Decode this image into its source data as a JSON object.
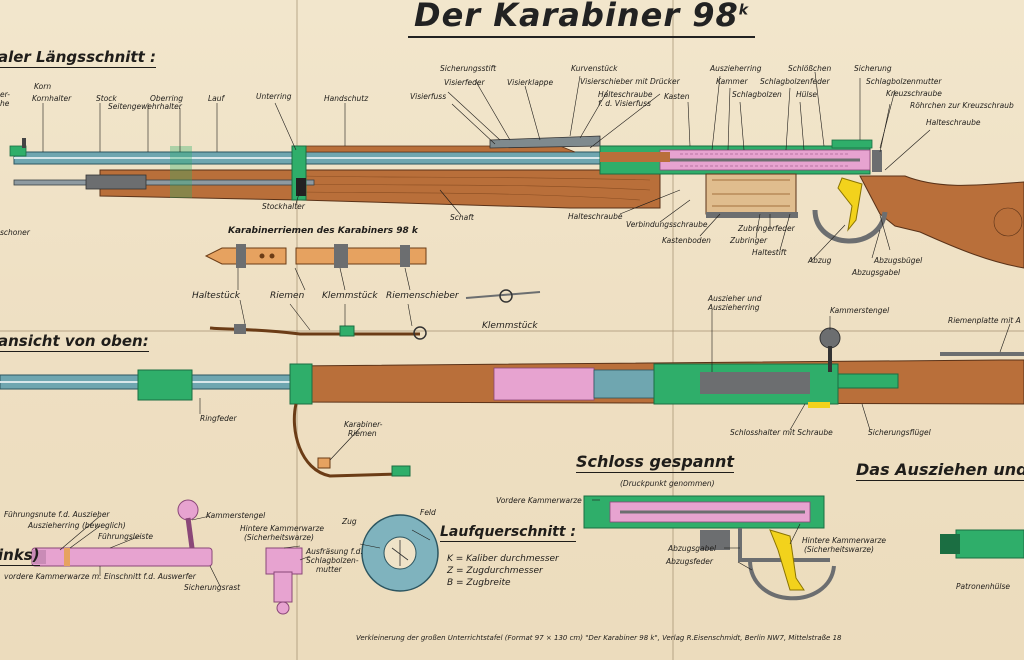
{
  "title": "Der Karabiner 98",
  "title_sup": "k",
  "sections": {
    "laengsschnitt": "aler Längsschnitt :",
    "oben": "ansicht von oben:",
    "schloss": "Schloss gespannt",
    "schloss_note": "(Druckpunkt genommen)",
    "ausziehen": "Das Ausziehen und A",
    "riemen": "Karabinerriemen des Karabiners 98 k",
    "lauf": "Laufquerschnitt :",
    "links": "inks)"
  },
  "labels": {
    "korn": "Korn",
    "er": "er-",
    "he": "he",
    "kornhalter": "Kornhalter",
    "stock": "Stock",
    "oberring": "Oberring",
    "seitengewehrhalter": "Seitengewehrhalter",
    "lauf": "Lauf",
    "unterring": "Unterring",
    "handschutz": "Handschutz",
    "stockhalter": "Stockhalter",
    "schaft": "Schaft",
    "sicherungsstift": "Sicherungsstift",
    "visierfeder": "Visierfeder",
    "visierfuss": "Visierfuss",
    "visierklappe": "Visierklappe",
    "kurvenstueck": "Kurvenstück",
    "visierschieber": "Visierschieber mit Drücker",
    "halteschraube_fd": "Halteschraube",
    "halteschraube_fd2": "f. d. Visierfuss",
    "kasten": "Kasten",
    "auszieherring": "Auszieherring",
    "kammer": "Kammer",
    "schlagbolzen": "Schlagbolzen",
    "schlagbolzenfeder": "Schlagbolzenfeder",
    "schloesschen": "Schlößchen",
    "huelse": "Hülse",
    "sicherung": "Sicherung",
    "schlagbolzenmutter": "Schlagbolzenmutter",
    "kreuzschraube": "Kreuzschraube",
    "roehrchen": "Röhrchen zur Kreuzschraub",
    "halteschraube": "Halteschraube",
    "halteschraube2": "Halteschraube",
    "verbindungsschraube": "Verbindungsschraube",
    "kastenboden": "Kastenboden",
    "zubringerfeder": "Zubringerfeder",
    "zubringer": "Zubringer",
    "haltestift": "Haltestift",
    "abzug": "Abzug",
    "abzugsbuegel": "Abzugsbügel",
    "abzugsgabel": "Abzugsgabel",
    "schoner": "schoner",
    "haltestueck": "Haltestück",
    "riemen": "Riemen",
    "klemmstueck": "Klemmstück",
    "riemenschieber": "Riemenschieber",
    "klemmstueck2": "Klemmstück",
    "ringfeder": "Ringfeder",
    "karabinerriemen": "Karabiner-",
    "karabinerriemen2": "Riemen",
    "auszieher": "Auszieher und",
    "auszieher2": "Auszieherring",
    "kammerstengel": "Kammerstengel",
    "riemenplatte": "Riemenplatte mit A",
    "schlosshalter": "Schlosshalter mit Schraube",
    "sicherungsfluegel": "Sicherungsflügel",
    "vordere_kammerwarze": "Vordere Kammerwarze",
    "abzugsgabel2": "Abzugsgabel",
    "abzugsfeder": "Abzugsfeder",
    "hintere_kw": "Hintere Kammerwarze",
    "hintere_kw2": "(Sicherheitswarze)",
    "patronenhuelse": "Patronenhülse",
    "fuehrungsnute": "Führungsnute f.d. Auszieher",
    "auszieherring_beweglich": "Auszieherring (beweglich)",
    "fuehrungsleiste": "Führungsleiste",
    "kammerstengel2": "Kammerstengel",
    "vordere_kw_einschnitt": "vordere Kammerwarze m. Einschnitt f.d. Auswerfer",
    "sicherungsrast": "Sicherungsrast",
    "hintere_kw3": "Hintere Kammerwarze",
    "hintere_kw4": "(Sicherheitswarze)",
    "ausfraesung": "Ausfräsung f.d.",
    "ausfraesung2": "Schlagbolzen-",
    "ausfraesung3": "mutter",
    "zug": "Zug",
    "feld": "Feld"
  },
  "legend": [
    "K = Kaliber durchmesser",
    "Z = Zugdurchmesser",
    "B = Zugbreite"
  ],
  "footer": "Verkleinerung der großen Unterrichtstafel (Format 97 × 130 cm) \"Der Karabiner 98 k\",      Verlag R.Eisenschmidt, Berlin NW7, Mittelstraße 18",
  "colors": {
    "paper": "#efe3c8",
    "wood": "#b96f3a",
    "barrel_blue": "#6fa6b0",
    "green": "#2fae6a",
    "pink": "#e7a3d0",
    "yellow": "#f2d21c",
    "steel": "#6c6e70"
  }
}
